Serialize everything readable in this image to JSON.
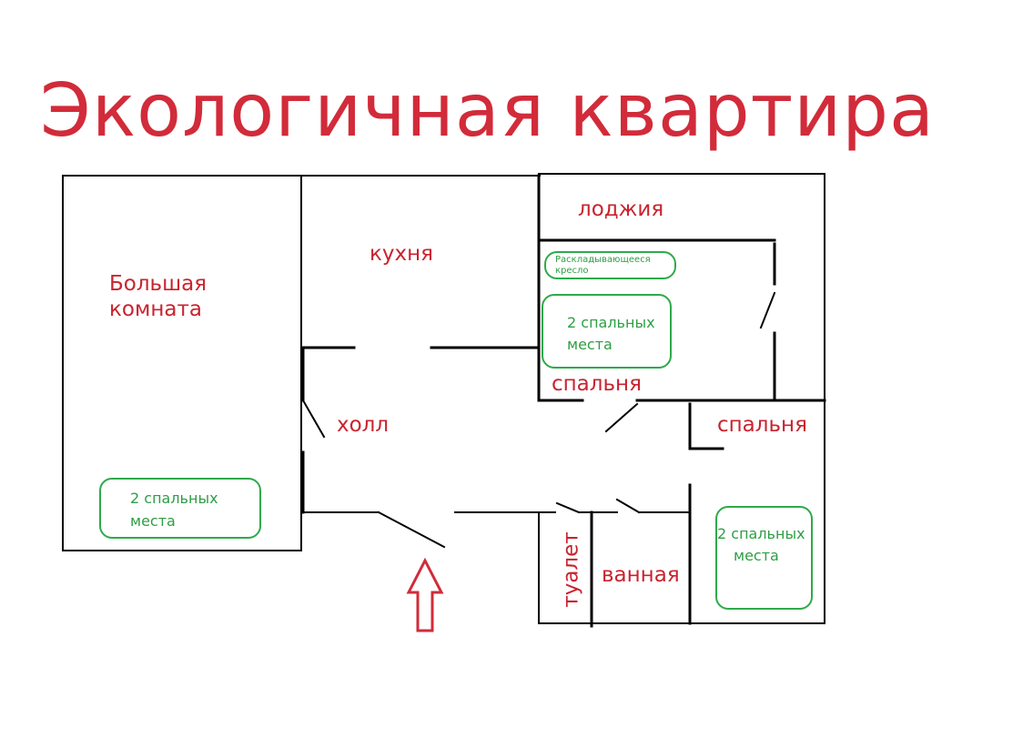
{
  "title": "Экологичная квартира",
  "rooms": {
    "big_room": [
      "Большая",
      "комната"
    ],
    "kitchen": "кухня",
    "loggia": "лоджия",
    "bedroom_upper": "спальня",
    "bedroom_right": "спальня",
    "hall": "холл",
    "toilet": "туалет",
    "bathroom": "ванная"
  },
  "furniture": {
    "folding_chair": [
      "Раскладывающееся",
      "кресло"
    ],
    "bed_big_room": [
      "2 спальных",
      "места"
    ],
    "bed_upper_bedroom": [
      "2 спальных",
      "места"
    ],
    "bed_right_bedroom": [
      "2 спальных",
      "места"
    ]
  },
  "colors": {
    "title": "#d22b3a",
    "room_labels": "#c9232f",
    "furniture": "#2eaa4a",
    "walls": "#000000",
    "entrance_arrow": "#d22b3a"
  }
}
